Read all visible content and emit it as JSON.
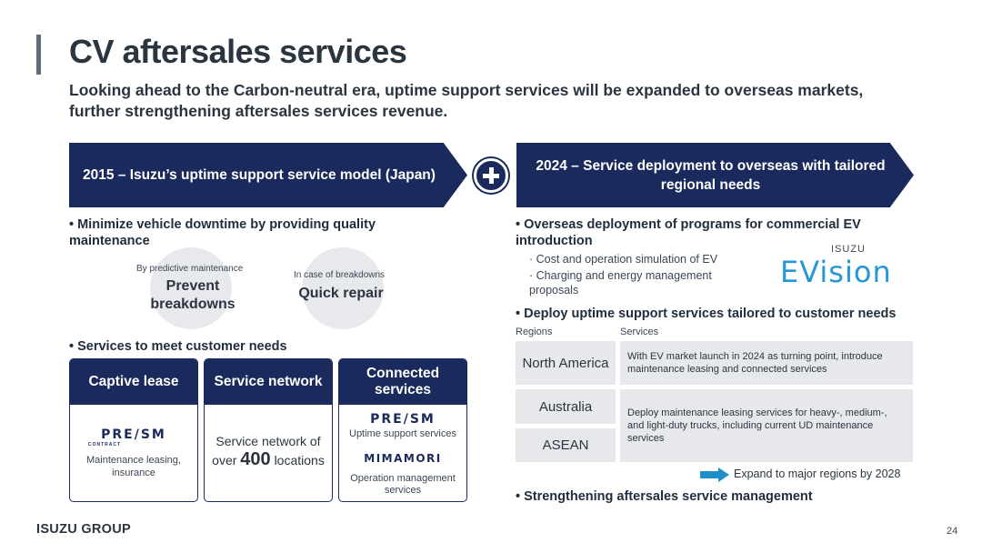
{
  "title": "CV aftersales services",
  "subtitle": "Looking ahead to the Carbon-neutral era, uptime support services will be expanded to overseas markets, further strengthening aftersales services revenue.",
  "left": {
    "banner": "2015 – Isuzu’s uptime support service model (Japan)",
    "bullet1": "• Minimize vehicle downtime by providing quality maintenance",
    "circle1": {
      "small": "By predictive maintenance",
      "big": "Prevent breakdowns"
    },
    "circle2": {
      "small": "In case of breakdowns",
      "big": "Quick repair"
    },
    "bullet2": "• Services to meet customer needs",
    "cards": [
      {
        "header": "Captive lease",
        "logo": "PRE/SM",
        "logo_sub": "CONTRACT",
        "caption": "Maintenance leasing, insurance"
      },
      {
        "header": "Service network",
        "text_before": "Service network of over",
        "number": "400",
        "text_after": "locations"
      },
      {
        "header": "Connected services",
        "logo1": "PRE/SM",
        "caption1": "Uptime support services",
        "logo2": "MIMAMORI",
        "caption2": "Operation management services"
      }
    ]
  },
  "right": {
    "banner": "2024 – Service deployment to overseas with tailored regional needs",
    "bullet1": "• Overseas deployment of programs for commercial EV introduction",
    "sub1": "· Cost and operation simulation of EV",
    "sub2": "· Charging and energy management proposals",
    "evision_brand": "ISUZU",
    "evision_logo": "EVision",
    "bullet2": "• Deploy uptime support services tailored to customer needs",
    "table": {
      "col1": "Regions",
      "col2": "Services",
      "rows": [
        {
          "region": "North America",
          "service": "With EV market launch in 2024 as turning point, introduce maintenance leasing and connected services"
        },
        {
          "region": "Australia",
          "service": "Deploy maintenance leasing services for heavy-, medium-, and light-duty trucks, including current UD maintenance services"
        },
        {
          "region": "ASEAN",
          "service": ""
        }
      ]
    },
    "expand_note": "Expand to major regions by 2028",
    "bullet3": "• Strengthening aftersales service management"
  },
  "footer": {
    "brand": "ISUZU GROUP",
    "page": "24"
  },
  "colors": {
    "navy": "#1a2a5c",
    "accent_arrow": "#1e8fc8",
    "cell_gray": "#e6e8ec",
    "logo_blue": "#2596d6"
  }
}
